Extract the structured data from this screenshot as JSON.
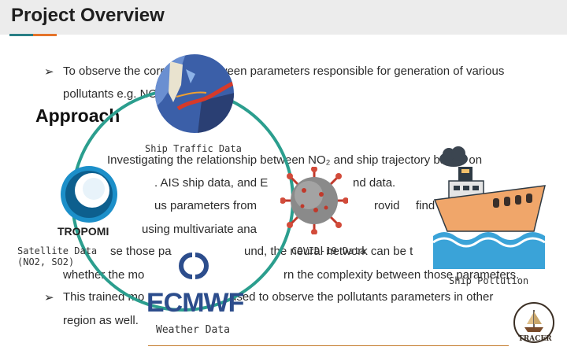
{
  "header": {
    "title": "Project Overview"
  },
  "bullets": {
    "glyph": "➢",
    "b1_line1": "To observe the correlation between parameters responsible for generation of various",
    "b1_line2": "pollutants e.g. NO",
    "approach_title": "Approach",
    "b2_line1": "Investigating the relationship between NO₂ and ship trajectory based on",
    "b2_line2": ". AIS ship data, and E",
    "b2_line2b": "nd data.",
    "b3_line1": "us parameters from",
    "b3_line1b": "rovid",
    "b3_line1c": "find the corel",
    "b3_line2": "using multivariate ana",
    "b4_line1a": "se those pa",
    "b4_line1b": "und, the neural network can be t",
    "b4_line2a": "whether the mo",
    "b4_line2b": "rn the complexity between those parameters.",
    "b5_line1a": "This trained mo",
    "b5_line1b": "used to observe the pollutants parameters in other",
    "b5_line2": "region as well."
  },
  "captions": {
    "ship_traffic": "Ship Traffic Data",
    "satellite_line1": "Satellite Data",
    "satellite_line2": "(NO2, SO2)",
    "covid": "COVID-19 Data",
    "ship_pollution": "Ship Pollution",
    "weather": "Weather Data"
  },
  "logos": {
    "tropomi": "TROPOMI",
    "ecmwf": "ECMWF",
    "tracer": "TRACER"
  },
  "colors": {
    "circle": "#2b9e8e",
    "accent_teal": "#2a7f86",
    "accent_orange": "#e5742b"
  }
}
